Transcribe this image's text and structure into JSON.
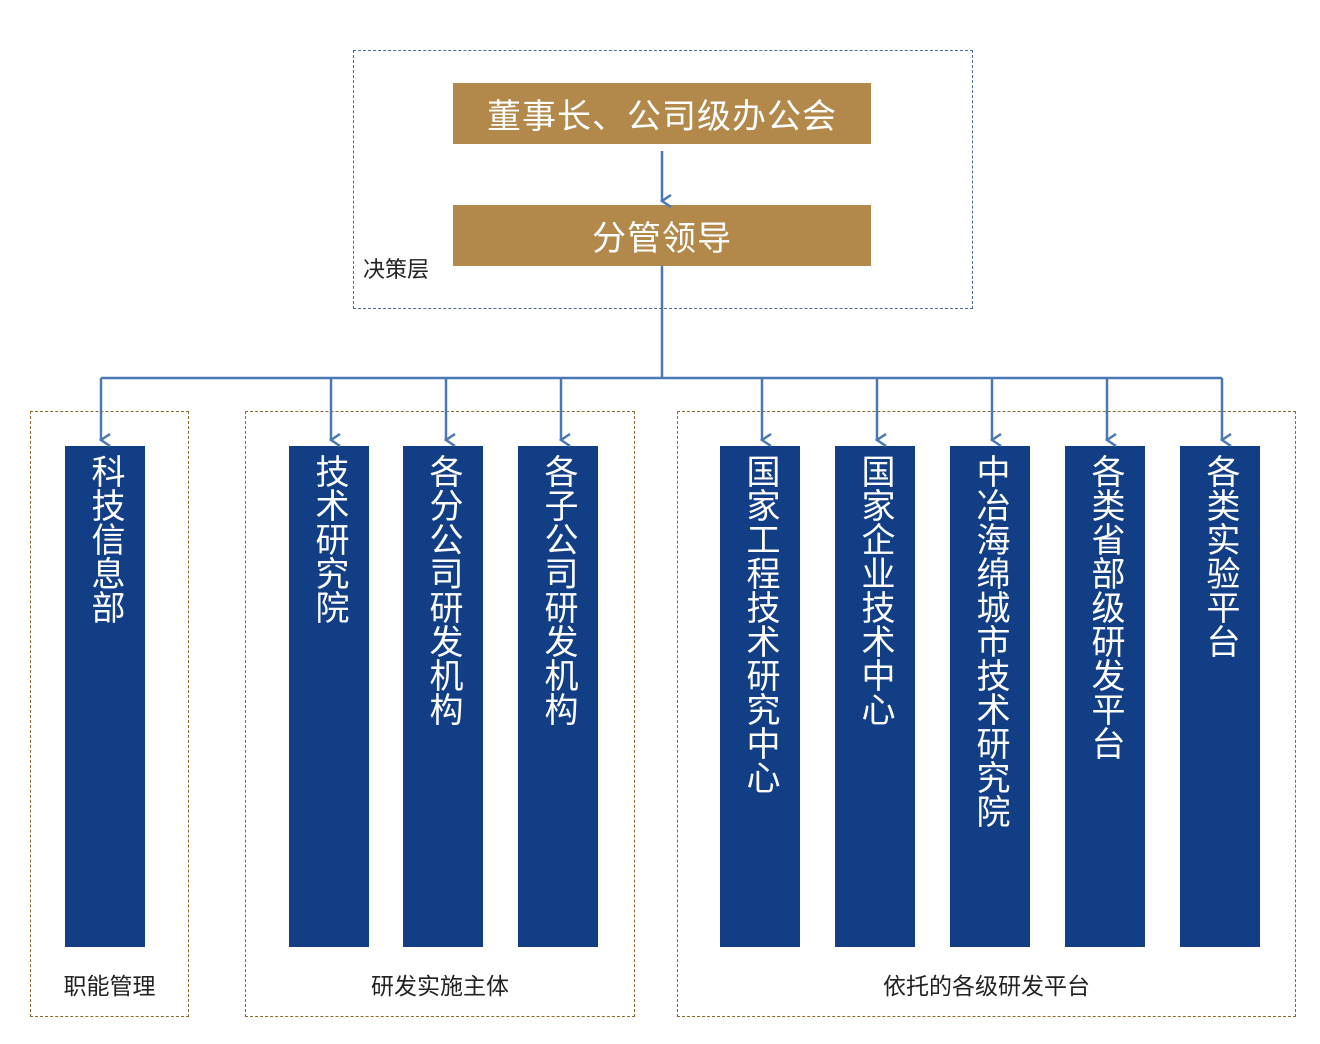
{
  "decision": {
    "top_box": "董事长、公司级办公会",
    "second_box": "分管领导",
    "layer_label": "决策层"
  },
  "groups": [
    {
      "label": "职能管理",
      "units": [
        "科技信息部"
      ]
    },
    {
      "label": "研发实施主体",
      "units": [
        "技术研究院",
        "各分公司研发机构",
        "各子公司研发机构"
      ]
    },
    {
      "label": "依托的各级研发平台",
      "units": [
        "国家工程技术研究中心",
        "国家企业技术中心",
        "中冶海绵城市技术研究院",
        "各类省部级研发平台",
        "各类实验平台"
      ]
    }
  ],
  "colors": {
    "gold": "#b2884b",
    "navy": "#123e86",
    "connector": "#4a78b5"
  }
}
